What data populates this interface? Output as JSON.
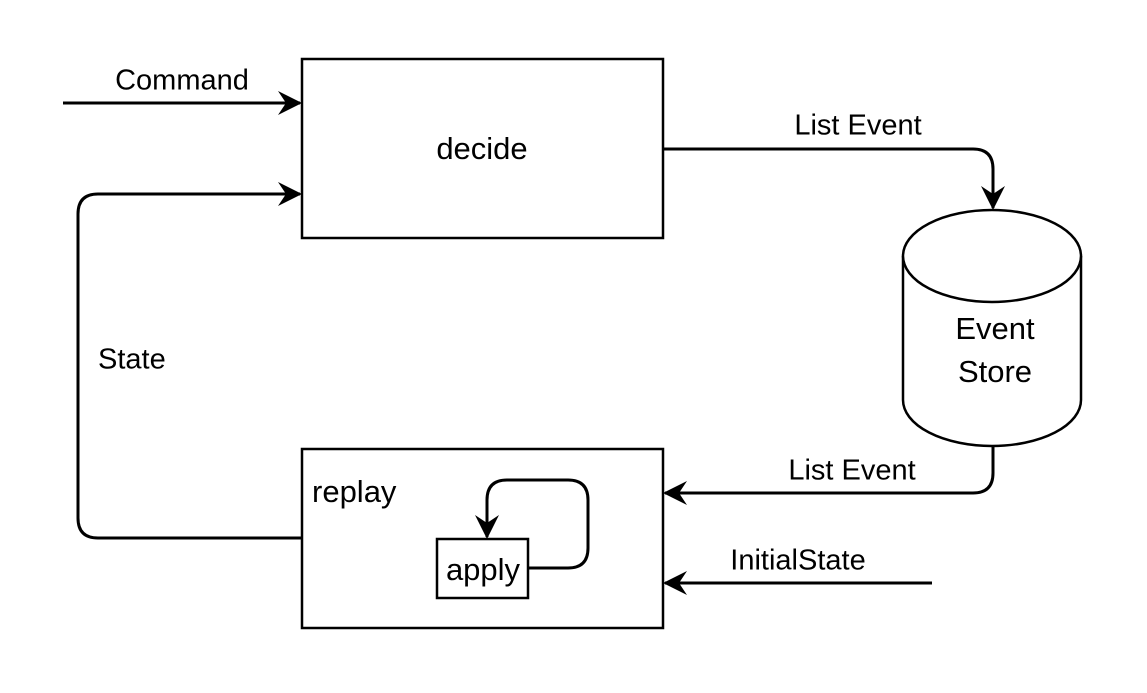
{
  "nodes": {
    "decide": "decide",
    "event_store_line1": "Event",
    "event_store_line2": "Store",
    "replay": "replay",
    "apply": "apply"
  },
  "edges": {
    "command": "Command",
    "state": "State",
    "list_event_to_store": "List Event",
    "list_event_to_replay": "List Event",
    "initial_state": "InitialState"
  }
}
